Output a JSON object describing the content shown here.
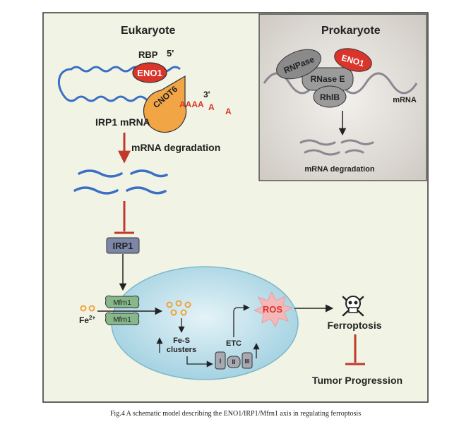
{
  "eukaryote": {
    "title": "Eukaryote",
    "rbp": "RBP",
    "five_prime": "5'",
    "three_prime": "3'",
    "eno1": "ENO1",
    "cnot6": "CNOT6",
    "polya": "AAAA",
    "a1": "A",
    "a2": "A",
    "mrna_label": "IRP1 mRNA",
    "degradation": "mRNA degradation",
    "irp1": "IRP1"
  },
  "prokaryote": {
    "title": "Prokaryote",
    "rnpase": "RNPase",
    "eno1": "ENO1",
    "rnase_e": "RNase E",
    "rhlb": "RhlB",
    "mrna": "mRNA",
    "degradation": "mRNA degradation"
  },
  "mito": {
    "mfrn1_top": "Mfrn1",
    "mfrn1_bottom": "Mfrn1",
    "fe_base": "Fe",
    "fe_charge": "2+",
    "fes": "Fe-S",
    "clusters": "clusters",
    "etc": "ETC",
    "c1": "I",
    "c2": "II",
    "c3": "III",
    "ros": "ROS"
  },
  "outcome": {
    "ferroptosis": "Ferroptosis",
    "tumor": "Tumor Progression"
  },
  "caption": "Fig.4 A schematic model describing the ENO1/IRP1/Mfrn1 axis in regulating ferroptosis",
  "colors": {
    "panel_bg": "#f1f4e4",
    "prok_bg": "#d9d6d1",
    "red_arrow": "#c0392b",
    "eno1": "#d9352b",
    "cnot6": "#f2a545",
    "mrna_blue": "#3a6fc4",
    "irp1": "#7c86a6",
    "mito": "#bfe0ea",
    "mfrn1": "#86b88a",
    "iron": "#f0a23b",
    "ros": "#f4b8b8"
  },
  "icons": {
    "skull": "skull-crossbones-icon"
  }
}
